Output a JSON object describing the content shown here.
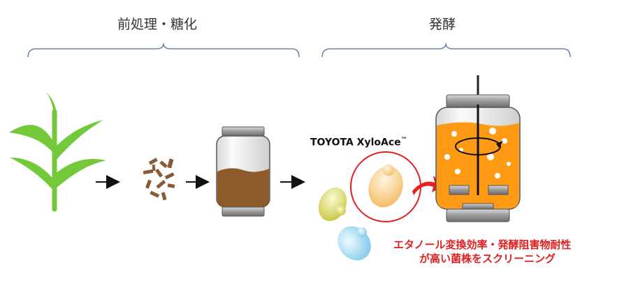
{
  "stages": {
    "pretreatment_label": "前処理・糖化",
    "fermentation_label": "発酵"
  },
  "yeast_brand": {
    "name": "TOYOTA XyloAce",
    "trademark": "™"
  },
  "screening_note": {
    "line1": "エタノール変換効率・発酵阻害物耐性",
    "line2": "が高い菌株をスクリーニング"
  },
  "colors": {
    "bracket": "#6b83a8",
    "plant": "#74c93a",
    "chips": "#8a5a34",
    "slurry": "#8c5a2b",
    "broth": "#ff9a14",
    "steel": "#a8a8a8",
    "highlight": "#e02020",
    "yeast_yellow": "#f8c880",
    "yeast_green": "#d4d46a",
    "yeast_blue": "#9ad4ec"
  },
  "icons": [
    "plant-icon",
    "wood-chips-icon",
    "saccharification-jar-icon",
    "yeast-cell-icon",
    "fermenter-tank-icon",
    "stirrer-rotation-icon",
    "curved-arrow-icon"
  ]
}
